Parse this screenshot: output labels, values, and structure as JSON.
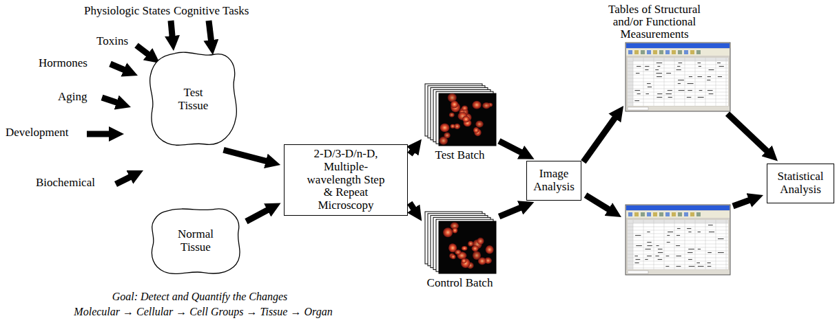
{
  "diagram": {
    "nodes": [
      {
        "text": [
          "Test Tissue"
        ]
      },
      {
        "text": [
          "Normal Tissue"
        ]
      },
      {
        "text": [
          "2-D/3-D/n-D, Multiple-wavelength Step & Repeat Microscopy"
        ]
      },
      {
        "text": [
          "Test Batch"
        ]
      },
      {
        "text": [
          "Control Batch"
        ]
      },
      {
        "text": [
          "Image Analysis"
        ]
      },
      {
        "text": [
          "Tables of Structural and/or Functional Measurements"
        ]
      },
      {
        "text": [
          "Statistical Analysis"
        ]
      }
    ],
    "edges": [
      {
        "from": 0,
        "to": 2,
        "arrow": "to"
      },
      {
        "from": 1,
        "to": 2,
        "arrow": "to"
      },
      {
        "from": 2,
        "to": 3,
        "arrow": "to"
      },
      {
        "from": 2,
        "to": 4,
        "arrow": "to"
      },
      {
        "from": 3,
        "to": 5,
        "arrow": "to"
      },
      {
        "from": 4,
        "to": 5,
        "arrow": "to"
      },
      {
        "from": 5,
        "to": 6,
        "arrow": "to"
      },
      {
        "from": 6,
        "to": 7,
        "arrow": "to"
      }
    ],
    "labels": [
      "Physiologic States",
      "Cognitive Tasks",
      "Toxins",
      "Hormones",
      "Aging",
      "Development",
      "Biochemical",
      "Goal: Detect and Quantify the Changes",
      "Molecular → Cellular → Cell Groups → Tissue → Organ"
    ]
  }
}
